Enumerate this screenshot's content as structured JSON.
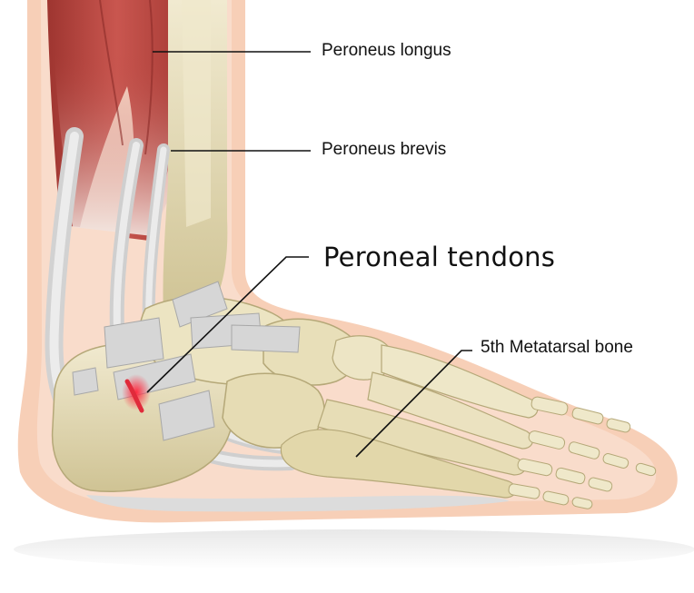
{
  "labels": {
    "peroneus_longus": "Peroneus longus",
    "peroneus_brevis": "Peroneus brevis",
    "peroneal_tendons": "Peroneal tendons",
    "fifth_metatarsal": "5th Metatarsal bone"
  },
  "colors": {
    "skin": "#f5c7ad",
    "skin_edge": "#ebb294",
    "bone": "#e4dcb2",
    "bone_shadow": "#c8bd8c",
    "muscle": "#b8453f",
    "tendon": "#d8d8d8",
    "injury": "#e02a3a",
    "leader_line": "#111111"
  }
}
